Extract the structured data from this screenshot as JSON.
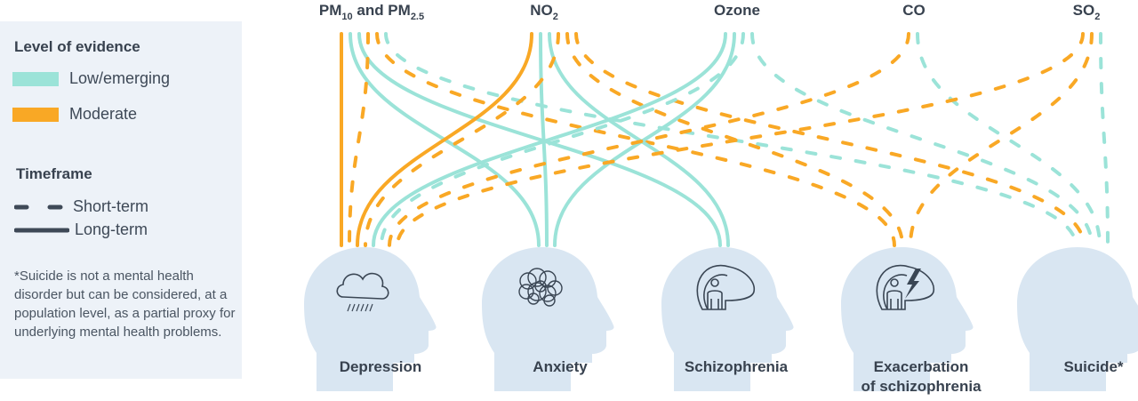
{
  "legend": {
    "level_title": "Level of evidence",
    "levels": [
      {
        "label": "Low/emerging",
        "color": "#9be3d8"
      },
      {
        "label": "Moderate",
        "color": "#f9a825"
      }
    ],
    "timeframe_title": "Timeframe",
    "timeframes": [
      {
        "label": "Short-term",
        "style": "dashed"
      },
      {
        "label": "Long-term",
        "style": "solid"
      }
    ],
    "note": "*Suicide is not a mental health disorder but can be considered, at a population level, as a partial proxy for underlying mental health problems."
  },
  "pollutants": [
    {
      "id": "pm",
      "name": "PM",
      "sub1": "10",
      "mid": " and PM",
      "sub2": "2.5"
    },
    {
      "id": "no2",
      "name": "NO",
      "sub1": "2"
    },
    {
      "id": "ozone",
      "name": "Ozone"
    },
    {
      "id": "co",
      "name": "CO"
    },
    {
      "id": "so2",
      "name": "SO",
      "sub1": "2"
    }
  ],
  "outcomes": [
    {
      "id": "depression",
      "label": "Depression",
      "icon": "rain-cloud-icon"
    },
    {
      "id": "anxiety",
      "label": "Anxiety",
      "icon": "tangled-scribble-icon"
    },
    {
      "id": "schizophrenia",
      "label": "Schizophrenia",
      "icon": "isolated-person-icon"
    },
    {
      "id": "exacerbation",
      "label": "Exacerbation",
      "label2": "of schizophrenia",
      "icon": "person-lightning-icon"
    },
    {
      "id": "suicide",
      "label": "Suicide*",
      "icon": "none"
    }
  ],
  "colors": {
    "low": "#9be3d8",
    "moderate": "#f9a825",
    "head": "#d9e6f2",
    "text": "#38424f"
  },
  "links": [
    {
      "from": "pm",
      "to": "depression",
      "evidence": "moderate",
      "timeframe": "long"
    },
    {
      "from": "pm",
      "to": "anxiety",
      "evidence": "low",
      "timeframe": "long"
    },
    {
      "from": "pm",
      "to": "schizophrenia",
      "evidence": "low",
      "timeframe": "long"
    },
    {
      "from": "pm",
      "to": "depression",
      "evidence": "moderate",
      "timeframe": "short"
    },
    {
      "from": "pm",
      "to": "exacerbation",
      "evidence": "moderate",
      "timeframe": "short"
    },
    {
      "from": "pm",
      "to": "suicide",
      "evidence": "low",
      "timeframe": "short"
    },
    {
      "from": "no2",
      "to": "depression",
      "evidence": "moderate",
      "timeframe": "long"
    },
    {
      "from": "no2",
      "to": "anxiety",
      "evidence": "low",
      "timeframe": "long"
    },
    {
      "from": "no2",
      "to": "schizophrenia",
      "evidence": "low",
      "timeframe": "long"
    },
    {
      "from": "no2",
      "to": "depression",
      "evidence": "moderate",
      "timeframe": "short"
    },
    {
      "from": "no2",
      "to": "exacerbation",
      "evidence": "moderate",
      "timeframe": "short"
    },
    {
      "from": "no2",
      "to": "suicide",
      "evidence": "moderate",
      "timeframe": "short"
    },
    {
      "from": "ozone",
      "to": "depression",
      "evidence": "low",
      "timeframe": "long"
    },
    {
      "from": "ozone",
      "to": "anxiety",
      "evidence": "low",
      "timeframe": "long"
    },
    {
      "from": "ozone",
      "to": "depression",
      "evidence": "low",
      "timeframe": "short"
    },
    {
      "from": "ozone",
      "to": "suicide",
      "evidence": "low",
      "timeframe": "short"
    },
    {
      "from": "co",
      "to": "depression",
      "evidence": "moderate",
      "timeframe": "short"
    },
    {
      "from": "co",
      "to": "suicide",
      "evidence": "low",
      "timeframe": "short"
    },
    {
      "from": "so2",
      "to": "depression",
      "evidence": "moderate",
      "timeframe": "short"
    },
    {
      "from": "so2",
      "to": "exacerbation",
      "evidence": "moderate",
      "timeframe": "short"
    },
    {
      "from": "so2",
      "to": "suicide",
      "evidence": "low",
      "timeframe": "short"
    }
  ]
}
